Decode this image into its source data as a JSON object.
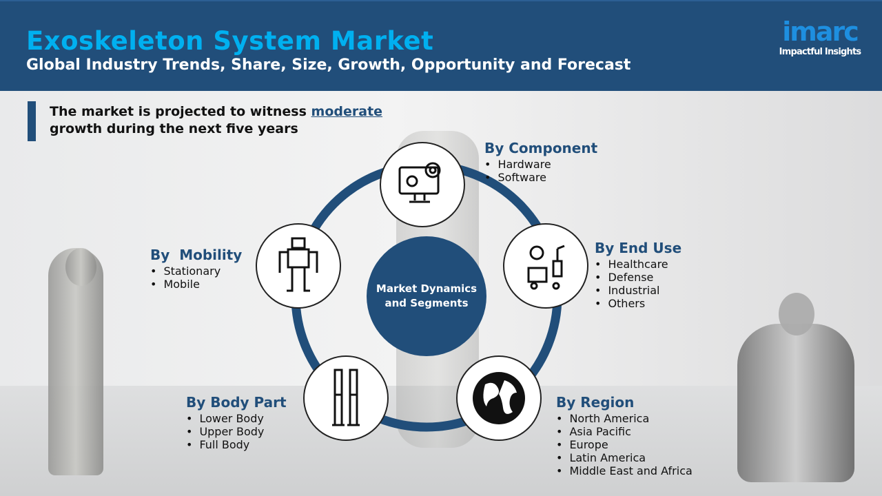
{
  "header": {
    "title": "Exoskeleton System Market",
    "subtitle": "Global Industry Trends, Share, Size, Growth, Opportunity and Forecast",
    "logo_text": "imarc",
    "logo_tagline": "Impactful Insights"
  },
  "lead": {
    "text_before": "The market is projected to witness ",
    "highlight": "moderate",
    "text_after": "growth during the next five years"
  },
  "center": {
    "line1": "Market Dynamics",
    "line2": "and Segments"
  },
  "segments": {
    "component": {
      "title": "By Component",
      "items": [
        "Hardware",
        "Software"
      ]
    },
    "end_use": {
      "title": "By End Use",
      "items": [
        "Healthcare",
        "Defense",
        "Industrial",
        "Others"
      ]
    },
    "region": {
      "title": "By Region",
      "items": [
        "North America",
        "Asia Pacific",
        "Europe",
        "Latin America",
        "Middle East and Africa"
      ]
    },
    "body_part": {
      "title": "By Body Part",
      "items": [
        "Lower Body",
        "Upper Body",
        "Full Body"
      ]
    },
    "mobility": {
      "title": "By  Mobility",
      "items": [
        "Stationary",
        "Mobile"
      ]
    }
  },
  "colors": {
    "primary": "#214e7a",
    "accent": "#00b0f0"
  }
}
